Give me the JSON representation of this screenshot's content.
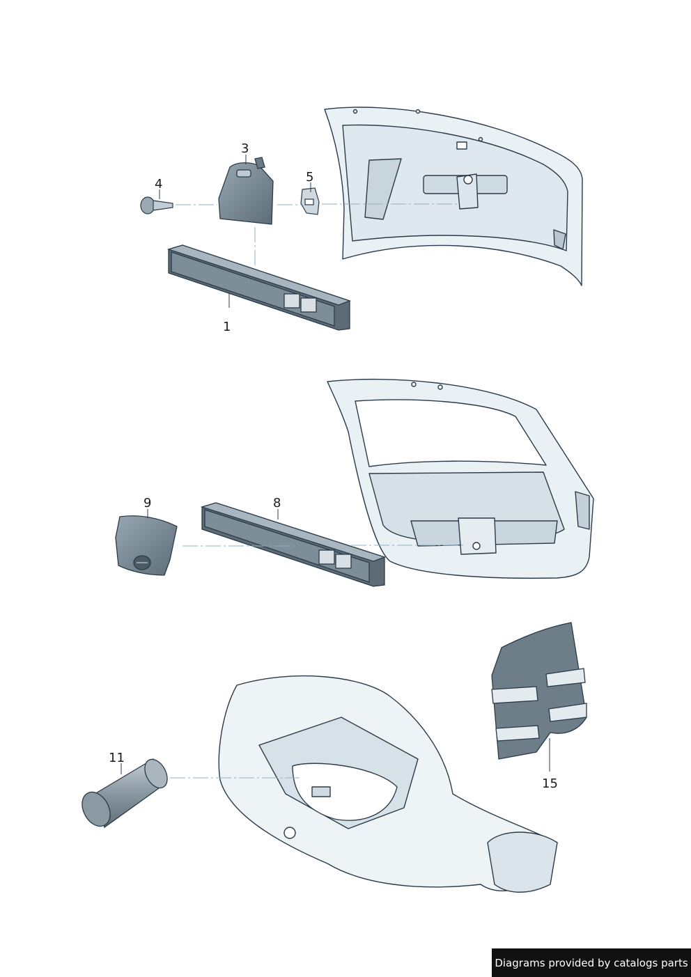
{
  "callouts": [
    {
      "id": "1",
      "label": "1"
    },
    {
      "id": "3",
      "label": "3"
    },
    {
      "id": "4",
      "label": "4"
    },
    {
      "id": "5",
      "label": "5"
    },
    {
      "id": "8",
      "label": "8"
    },
    {
      "id": "9",
      "label": "9"
    },
    {
      "id": "11",
      "label": "11"
    },
    {
      "id": "15",
      "label": "15"
    }
  ],
  "footer": {
    "credit": "Diagrams provided by catalogs parts"
  },
  "colors": {
    "panel_fill": "#e9f0f4",
    "part_fill": "#7d8d99",
    "part_dark": "#5b6a75",
    "outline": "#2a3a48",
    "leader": "#8fb1c4"
  }
}
